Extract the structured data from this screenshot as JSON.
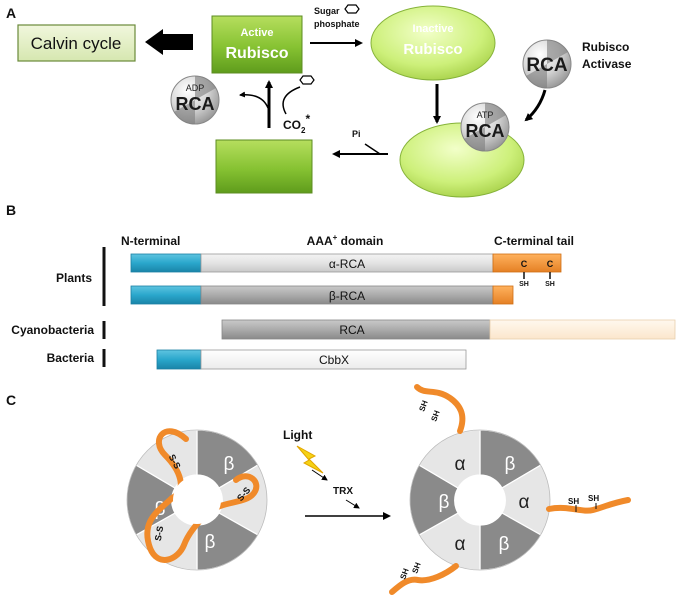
{
  "panel_a": {
    "label": "A",
    "calvin_cycle": "Calvin cycle",
    "active_rubisco": {
      "line1": "Active",
      "line2": "Rubisco"
    },
    "inactive_rubisco": {
      "line1": "Inactive",
      "line2": "Rubisco"
    },
    "sugar_phosphate": {
      "line1": "Sugar",
      "line2": "phosphate"
    },
    "rca_adp": {
      "top": "ADP",
      "main": "RCA"
    },
    "rca_atp": {
      "top": "ATP",
      "main": "RCA"
    },
    "rca_free": {
      "main": "RCA"
    },
    "rubisco_activase": {
      "line1": "Rubisco",
      "line2": "Activase"
    },
    "co2": {
      "main": "CO",
      "sub": "2",
      "sup": "*"
    },
    "pi": "Pi"
  },
  "panel_b": {
    "label": "B",
    "n_terminal": "N-terminal",
    "aaa_domain": {
      "main": "AAA",
      "sup": "+",
      "rest": " domain"
    },
    "c_terminal_tail": "C-terminal tail",
    "plants": "Plants",
    "cyanobacteria": "Cyanobacteria",
    "bacteria": "Bacteria",
    "alpha_rca": "α-RCA",
    "beta_rca": "β-RCA",
    "cyano_rca": "RCA",
    "cbbx": "CbbX",
    "c_letter": "C",
    "sh": "SH"
  },
  "panel_c": {
    "label": "C",
    "light": "Light",
    "trx": "TRX",
    "alpha": "α",
    "beta": "β",
    "ss": "S-S",
    "sh": "SH"
  }
}
